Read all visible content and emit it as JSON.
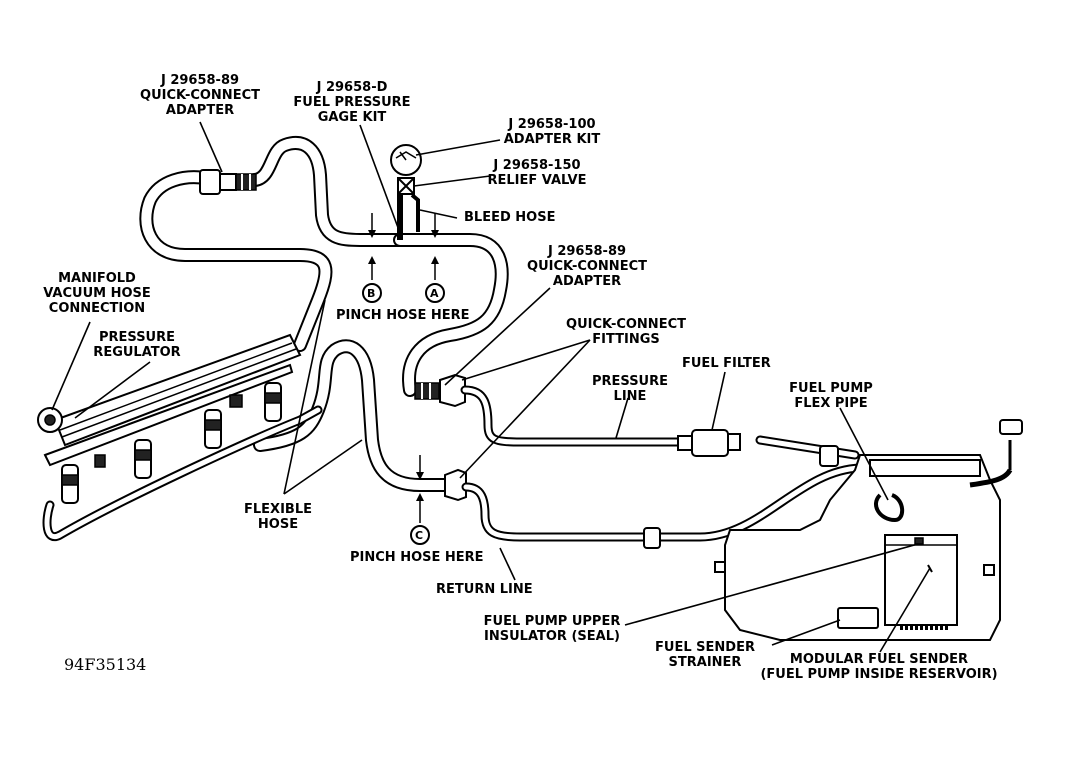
{
  "labels": {
    "qc_adapter_top": [
      "J 29658-89",
      "QUICK-CONNECT",
      "ADAPTER"
    ],
    "gage_kit": [
      "J 29658-D",
      "FUEL PRESSURE",
      "GAGE KIT"
    ],
    "adapter_kit": [
      "J 29658-100",
      "ADAPTER KIT"
    ],
    "relief_valve": [
      "J 29658-150",
      "RELIEF VALVE"
    ],
    "bleed_hose": "BLEED HOSE",
    "qc_adapter_mid": [
      "J 29658-89",
      "QUICK-CONNECT",
      "ADAPTER"
    ],
    "manifold_vacuum": [
      "MANIFOLD",
      "VACUUM HOSE",
      "CONNECTION"
    ],
    "pressure_regulator": [
      "PRESSURE",
      "REGULATOR"
    ],
    "pinch_top": "PINCH HOSE HERE",
    "qc_fittings": [
      "QUICK-CONNECT",
      "FITTINGS"
    ],
    "fuel_filter": "FUEL FILTER",
    "pressure_line": [
      "PRESSURE",
      "LINE"
    ],
    "fuel_pump_flex": [
      "FUEL PUMP",
      "FLEX PIPE"
    ],
    "flexible_hose": [
      "FLEXIBLE",
      "HOSE"
    ],
    "pinch_bottom": "PINCH HOSE HERE",
    "return_line": "RETURN LINE",
    "upper_insulator": [
      "FUEL PUMP UPPER",
      "INSULATOR (SEAL)"
    ],
    "sender_strainer": [
      "FUEL SENDER",
      "STRAINER"
    ],
    "modular_sender": [
      "MODULAR FUEL SENDER",
      "(FUEL PUMP INSIDE RESERVOIR)"
    ],
    "figure_id": "94F35134"
  },
  "callouts": {
    "a": "A",
    "b": "B",
    "c": "C"
  }
}
